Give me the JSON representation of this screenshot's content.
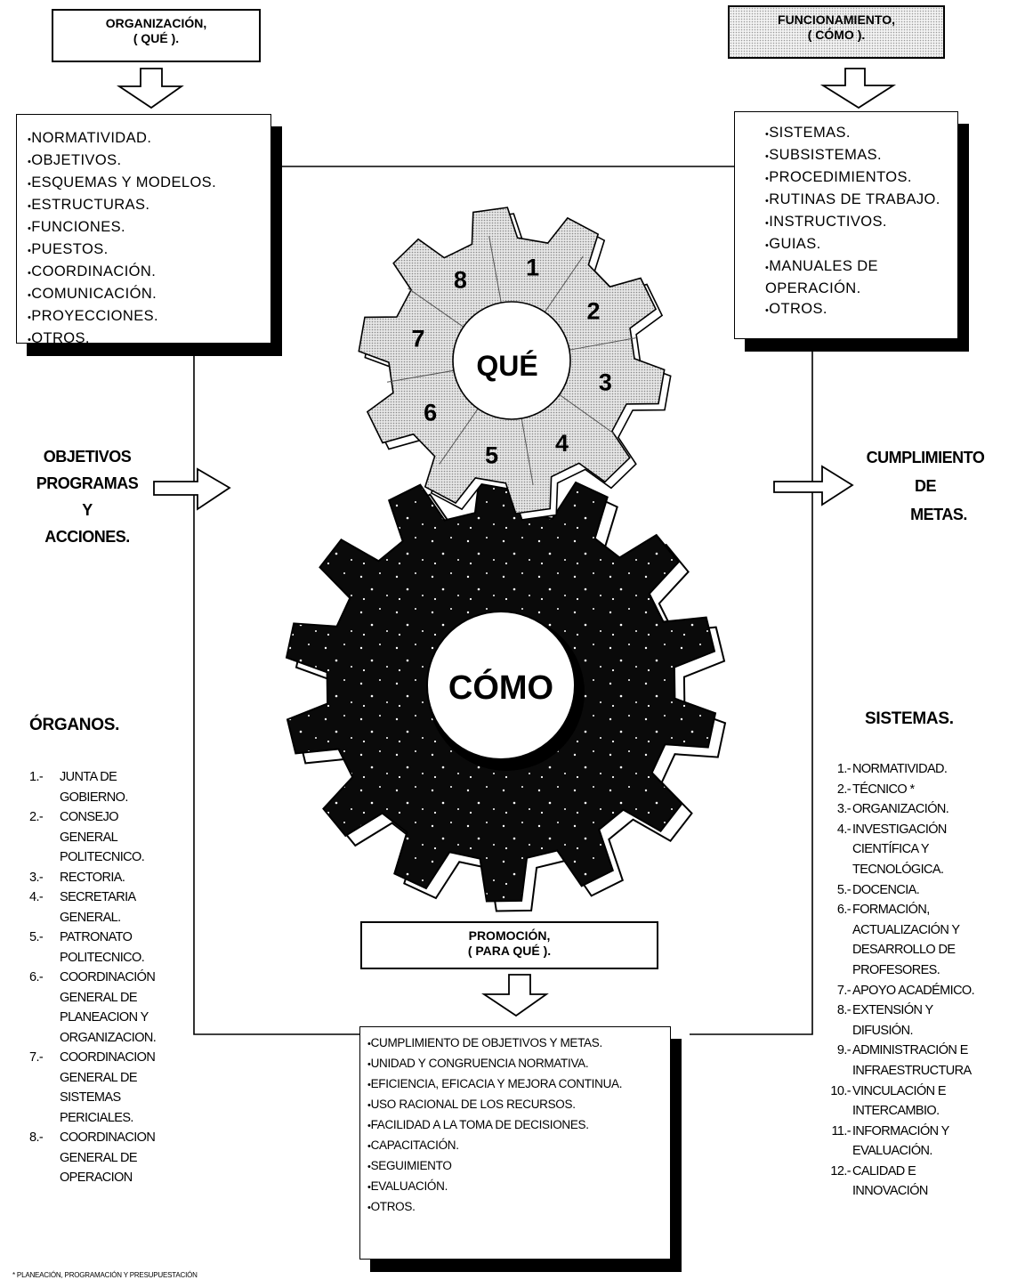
{
  "headers": {
    "organizacion": [
      "ORGANIZACIÓN,",
      "( QUÉ )."
    ],
    "funcionamiento": [
      "FUNCIONAMIENTO,",
      "( CÓMO )."
    ],
    "promocion": [
      "PROMOCIÓN,",
      "( PARA QUÉ )."
    ]
  },
  "organizacion_items": [
    "NORMATIVIDAD.",
    "OBJETIVOS.",
    "ESQUEMAS Y MODELOS.",
    "ESTRUCTURAS.",
    "FUNCIONES.",
    "PUESTOS.",
    "COORDINACIÓN.",
    "COMUNICACIÓN.",
    "PROYECCIONES.",
    "OTROS."
  ],
  "funcionamiento_items": [
    "SISTEMAS.",
    "SUBSISTEMAS.",
    "PROCEDIMIENTOS.",
    "RUTINAS DE TRABAJO.",
    "INSTRUCTIVOS.",
    "GUIAS.",
    "MANUALES DE OPERACIÓN.",
    "OTROS."
  ],
  "promocion_items": [
    "CUMPLIMIENTO DE OBJETIVOS Y METAS.",
    "UNIDAD Y CONGRUENCIA NORMATIVA.",
    "EFICIENCIA, EFICACIA Y MEJORA CONTINUA.",
    "USO RACIONAL DE LOS RECURSOS.",
    "FACILIDAD A LA TOMA DE DECISIONES.",
    "CAPACITACIÓN.",
    "SEGUIMIENTO",
    "EVALUACIÓN.",
    "OTROS."
  ],
  "left_label": [
    "OBJETIVOS",
    "PROGRAMAS",
    "Y",
    "ACCIONES."
  ],
  "right_label": [
    "CUMPLIMIENTO",
    "DE",
    "METAS."
  ],
  "gear_top": {
    "center": "QUÉ",
    "numbers": [
      "1",
      "2",
      "3",
      "4",
      "5",
      "6",
      "7",
      "8"
    ]
  },
  "gear_bottom": {
    "center": "CÓMO"
  },
  "organos": {
    "title": "ÓRGANOS.",
    "items": [
      {
        "n": "1.-",
        "t": [
          "JUNTA DE",
          "GOBIERNO."
        ]
      },
      {
        "n": "2.-",
        "t": [
          "CONSEJO",
          "GENERAL",
          "POLITECNICO."
        ]
      },
      {
        "n": "3.-",
        "t": [
          "RECTORIA."
        ]
      },
      {
        "n": "4.-",
        "t": [
          "SECRETARIA",
          "GENERAL."
        ]
      },
      {
        "n": "5.-",
        "t": [
          "PATRONATO",
          "POLITECNICO."
        ]
      },
      {
        "n": "6.-",
        "t": [
          "COORDINACIÓN",
          "GENERAL DE",
          "PLANEACION Y",
          "ORGANIZACION."
        ]
      },
      {
        "n": "7.-",
        "t": [
          "COORDINACION",
          "GENERAL DE",
          "SISTEMAS",
          "PERICIALES."
        ]
      },
      {
        "n": "8.-",
        "t": [
          "COORDINACION",
          "GENERAL DE",
          "OPERACION"
        ]
      }
    ]
  },
  "sistemas": {
    "title": "SISTEMAS.",
    "items": [
      {
        "n": "1.-",
        "t": [
          "NORMATIVIDAD."
        ]
      },
      {
        "n": "2.-",
        "t": [
          "TÉCNICO *"
        ]
      },
      {
        "n": "3.-",
        "t": [
          "ORGANIZACIÓN."
        ]
      },
      {
        "n": "4.-",
        "t": [
          "INVESTIGACIÓN",
          "CIENTÍFICA Y",
          "TECNOLÓGICA."
        ]
      },
      {
        "n": "5.-",
        "t": [
          "DOCENCIA."
        ]
      },
      {
        "n": "6.-",
        "t": [
          "FORMACIÓN,",
          "ACTUALIZACIÓN Y",
          "DESARROLLO DE",
          "PROFESORES."
        ]
      },
      {
        "n": "7.-",
        "t": [
          "APOYO ACADÉMICO."
        ]
      },
      {
        "n": "8.-",
        "t": [
          "EXTENSIÓN Y",
          "DIFUSIÓN."
        ]
      },
      {
        "n": "9.-",
        "t": [
          "ADMINISTRACIÓN E",
          "INFRAESTRUCTURA"
        ]
      },
      {
        "n": "10.-",
        "t": [
          "VINCULACIÓN E",
          "INTERCAMBIO."
        ]
      },
      {
        "n": "11.-",
        "t": [
          "INFORMACIÓN Y",
          "EVALUACIÓN."
        ]
      },
      {
        "n": "12.-",
        "t": [
          "CALIDAD E",
          "INNOVACIÓN"
        ]
      }
    ]
  },
  "footnote": "* PLANEACIÓN, PROGRAMACIÓN Y PRESUPUESTACIÓN"
}
